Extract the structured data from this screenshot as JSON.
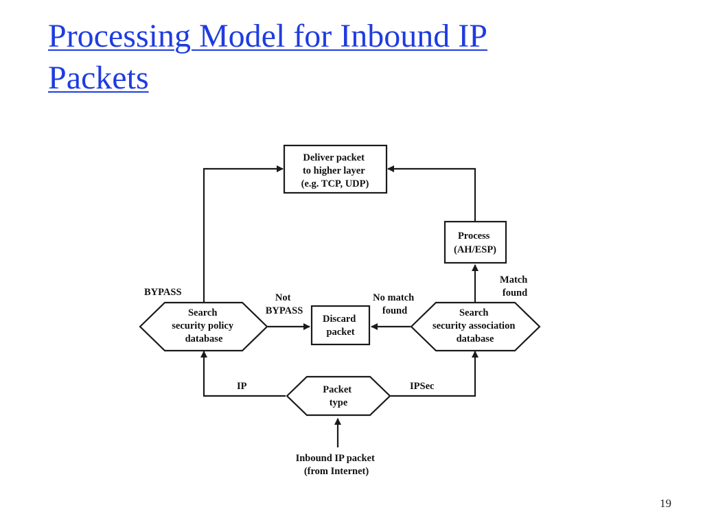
{
  "slide": {
    "title_line1": "Processing Model for Inbound IP",
    "title_line2": "Packets",
    "page_number": "19",
    "title_color": "#1f3ce0"
  },
  "diagram": {
    "deliver": [
      "Deliver packet",
      "to higher layer",
      "(e.g. TCP, UDP)"
    ],
    "process": [
      "Process",
      "(AH/ESP)"
    ],
    "discard": [
      "Discard",
      "packet"
    ],
    "spd": [
      "Search",
      "security policy",
      "database"
    ],
    "sad": [
      "Search",
      "security association",
      "database"
    ],
    "packet_type": [
      "Packet",
      "type"
    ],
    "inbound": [
      "Inbound IP packet",
      "(from Internet)"
    ],
    "labels": {
      "bypass": "BYPASS",
      "not_bypass": [
        "Not",
        "BYPASS"
      ],
      "no_match": [
        "No match",
        "found"
      ],
      "match": [
        "Match",
        "found"
      ],
      "ip": "IP",
      "ipsec": "IPSec"
    }
  }
}
